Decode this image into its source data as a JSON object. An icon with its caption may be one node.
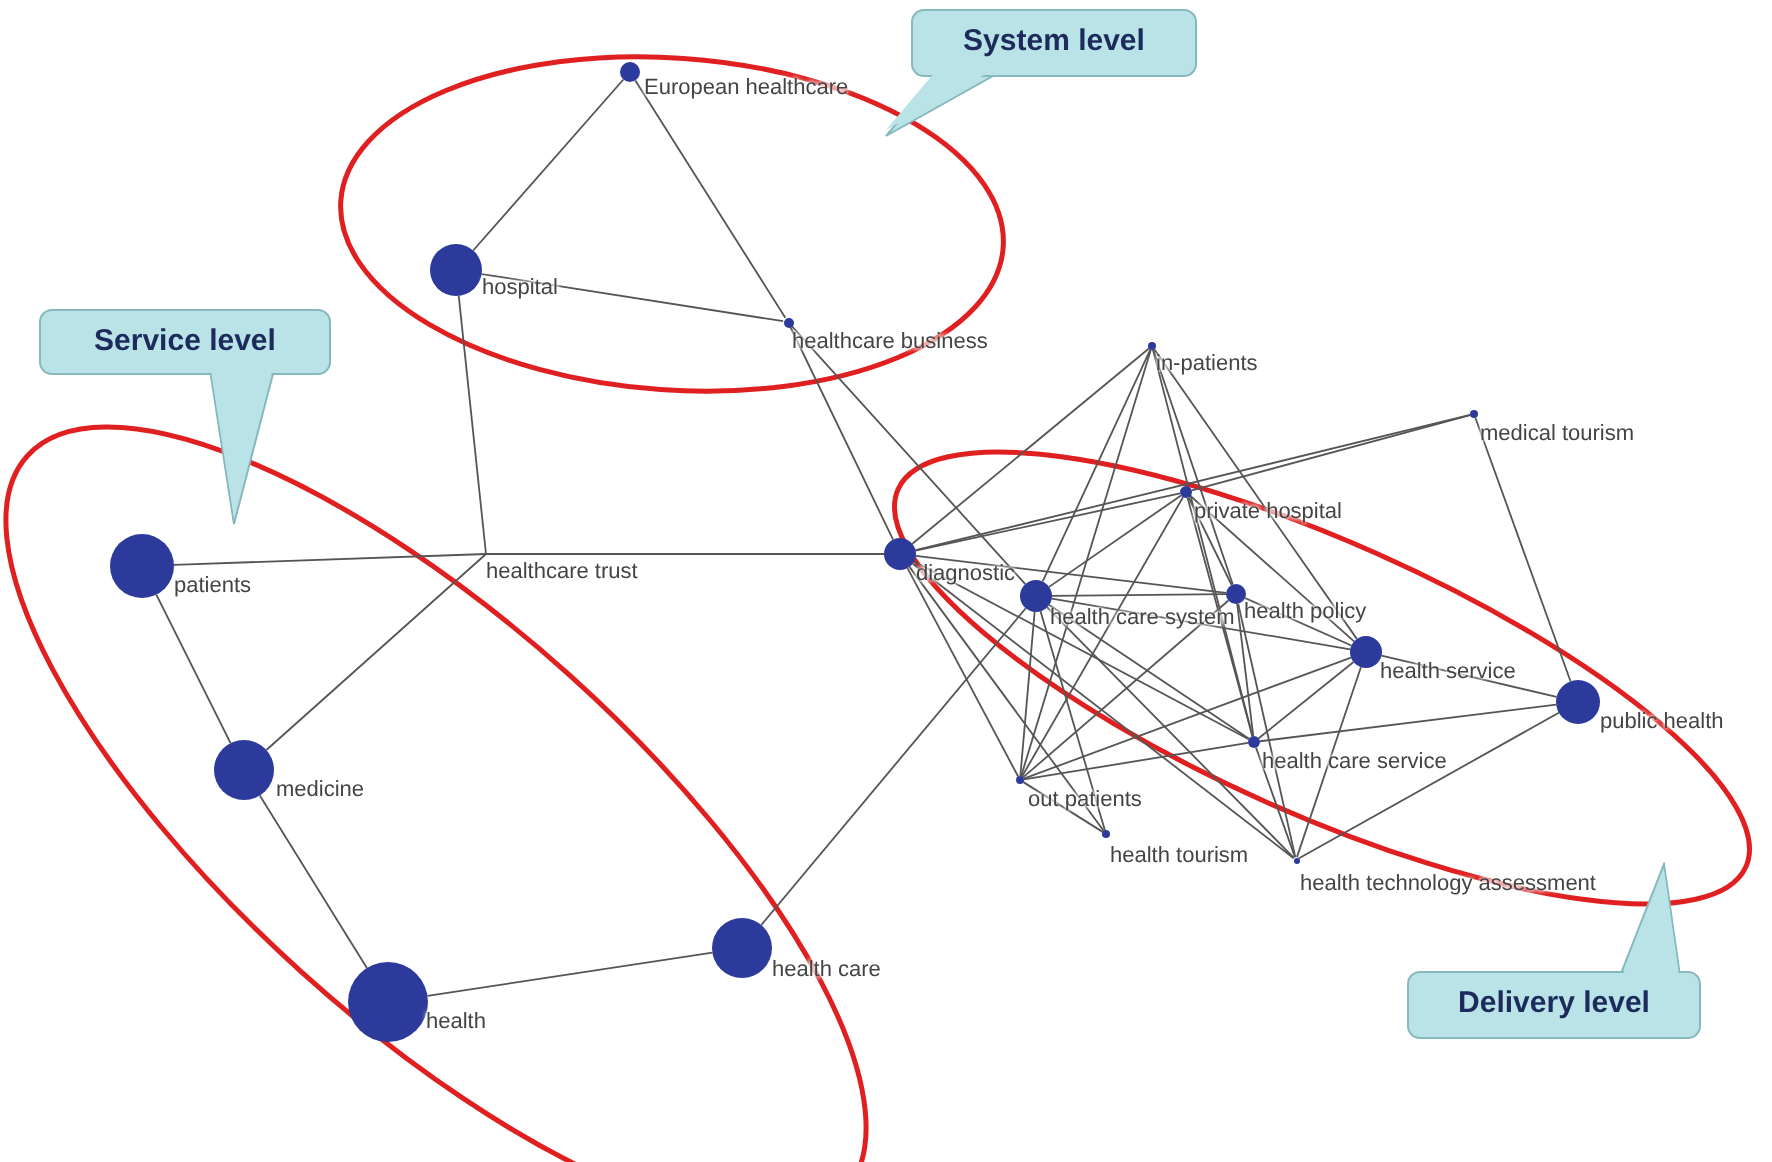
{
  "diagram": {
    "nodes": [
      {
        "text": [],
        "shape": "circle",
        "beside": [
          "European healthcare"
        ]
      },
      {
        "text": [],
        "shape": "circle",
        "beside": [
          "hospital"
        ]
      },
      {
        "text": [],
        "shape": "circle",
        "beside": [
          "healthcare business"
        ]
      },
      {
        "text": [
          "healthcare trust"
        ]
      },
      {
        "text": [],
        "shape": "circle",
        "beside": [
          "patients"
        ]
      },
      {
        "text": [],
        "shape": "circle",
        "beside": [
          "medicine"
        ]
      },
      {
        "text": [],
        "shape": "circle",
        "beside": [
          "health"
        ]
      },
      {
        "text": [],
        "shape": "circle",
        "beside": [
          "health care"
        ]
      },
      {
        "text": [],
        "shape": "circle",
        "beside": [
          "diagnostic"
        ]
      },
      {
        "text": [],
        "shape": "circle",
        "beside": [
          "in-patients"
        ]
      },
      {
        "text": [],
        "shape": "circle",
        "beside": [
          "medical tourism"
        ]
      },
      {
        "text": [],
        "shape": "circle",
        "beside": [
          "private hospital"
        ]
      },
      {
        "text": [],
        "shape": "circle",
        "beside": [
          "health care system"
        ]
      },
      {
        "text": [],
        "shape": "circle",
        "beside": [
          "health policy"
        ]
      },
      {
        "text": [],
        "shape": "circle",
        "beside": [
          "health service"
        ]
      },
      {
        "text": [],
        "shape": "circle",
        "beside": [
          "public health"
        ]
      },
      {
        "text": [],
        "shape": "circle",
        "beside": [
          "health care service"
        ]
      },
      {
        "text": [],
        "shape": "circle",
        "beside": [
          "out patients"
        ]
      },
      {
        "text": [],
        "shape": "circle",
        "beside": [
          "health tourism"
        ]
      },
      {
        "text": [],
        "shape": "circle",
        "beside": [
          "health technology assessment"
        ]
      },
      {
        "text": [
          "System level"
        ]
      },
      {
        "text": [
          "Service level"
        ]
      },
      {
        "text": [
          "Delivery level"
        ]
      }
    ],
    "edges": [
      {
        "from": 0,
        "to": 1,
        "arrow": "none"
      },
      {
        "from": 0,
        "to": 2,
        "arrow": "none"
      },
      {
        "from": 1,
        "to": 2,
        "arrow": "none"
      },
      {
        "from": 1,
        "to": 3,
        "arrow": "none"
      },
      {
        "from": 4,
        "to": 3,
        "arrow": "none"
      },
      {
        "from": 3,
        "to": 8,
        "arrow": "none"
      },
      {
        "from": 5,
        "to": 3,
        "arrow": "none"
      },
      {
        "from": 4,
        "to": 5,
        "arrow": "none"
      },
      {
        "from": 5,
        "to": 6,
        "arrow": "none"
      },
      {
        "from": 6,
        "to": 7,
        "arrow": "none"
      },
      {
        "from": 7,
        "to": 12,
        "arrow": "none"
      },
      {
        "from": 2,
        "to": 8,
        "arrow": "none"
      },
      {
        "from": 2,
        "to": 12,
        "arrow": "none"
      },
      {
        "from": 9,
        "to": 8,
        "arrow": "none"
      },
      {
        "from": 9,
        "to": 12,
        "arrow": "none"
      },
      {
        "from": 9,
        "to": 13,
        "arrow": "none"
      },
      {
        "from": 9,
        "to": 16,
        "arrow": "none"
      },
      {
        "from": 9,
        "to": 14,
        "arrow": "none"
      },
      {
        "from": 9,
        "to": 17,
        "arrow": "none"
      },
      {
        "from": 10,
        "to": 8,
        "arrow": "none"
      },
      {
        "from": 10,
        "to": 11,
        "arrow": "none"
      },
      {
        "from": 10,
        "to": 15,
        "arrow": "none"
      },
      {
        "from": 11,
        "to": 8,
        "arrow": "none"
      },
      {
        "from": 11,
        "to": 12,
        "arrow": "none"
      },
      {
        "from": 11,
        "to": 17,
        "arrow": "none"
      },
      {
        "from": 11,
        "to": 16,
        "arrow": "none"
      },
      {
        "from": 11,
        "to": 13,
        "arrow": "none"
      },
      {
        "from": 11,
        "to": 14,
        "arrow": "none"
      },
      {
        "from": 8,
        "to": 13,
        "arrow": "none"
      },
      {
        "from": 8,
        "to": 17,
        "arrow": "none"
      },
      {
        "from": 8,
        "to": 16,
        "arrow": "none"
      },
      {
        "from": 8,
        "to": 19,
        "arrow": "none"
      },
      {
        "from": 8,
        "to": 18,
        "arrow": "none"
      },
      {
        "from": 12,
        "to": 13,
        "arrow": "none"
      },
      {
        "from": 12,
        "to": 17,
        "arrow": "none"
      },
      {
        "from": 12,
        "to": 18,
        "arrow": "none"
      },
      {
        "from": 12,
        "to": 16,
        "arrow": "none"
      },
      {
        "from": 12,
        "to": 14,
        "arrow": "none"
      },
      {
        "from": 12,
        "to": 19,
        "arrow": "none"
      },
      {
        "from": 13,
        "to": 16,
        "arrow": "none"
      },
      {
        "from": 13,
        "to": 14,
        "arrow": "none"
      },
      {
        "from": 13,
        "to": 19,
        "arrow": "none"
      },
      {
        "from": 13,
        "to": 17,
        "arrow": "none"
      },
      {
        "from": 14,
        "to": 17,
        "arrow": "none"
      },
      {
        "from": 14,
        "to": 16,
        "arrow": "none"
      },
      {
        "from": 14,
        "to": 15,
        "arrow": "none"
      },
      {
        "from": 14,
        "to": 19,
        "arrow": "none"
      },
      {
        "from": 15,
        "to": 16,
        "arrow": "none"
      },
      {
        "from": 15,
        "to": 19,
        "arrow": "none"
      },
      {
        "from": 16,
        "to": 17,
        "arrow": "none"
      },
      {
        "from": 16,
        "to": 19,
        "arrow": "none"
      },
      {
        "from": 17,
        "to": 18,
        "arrow": "none"
      }
    ]
  }
}
